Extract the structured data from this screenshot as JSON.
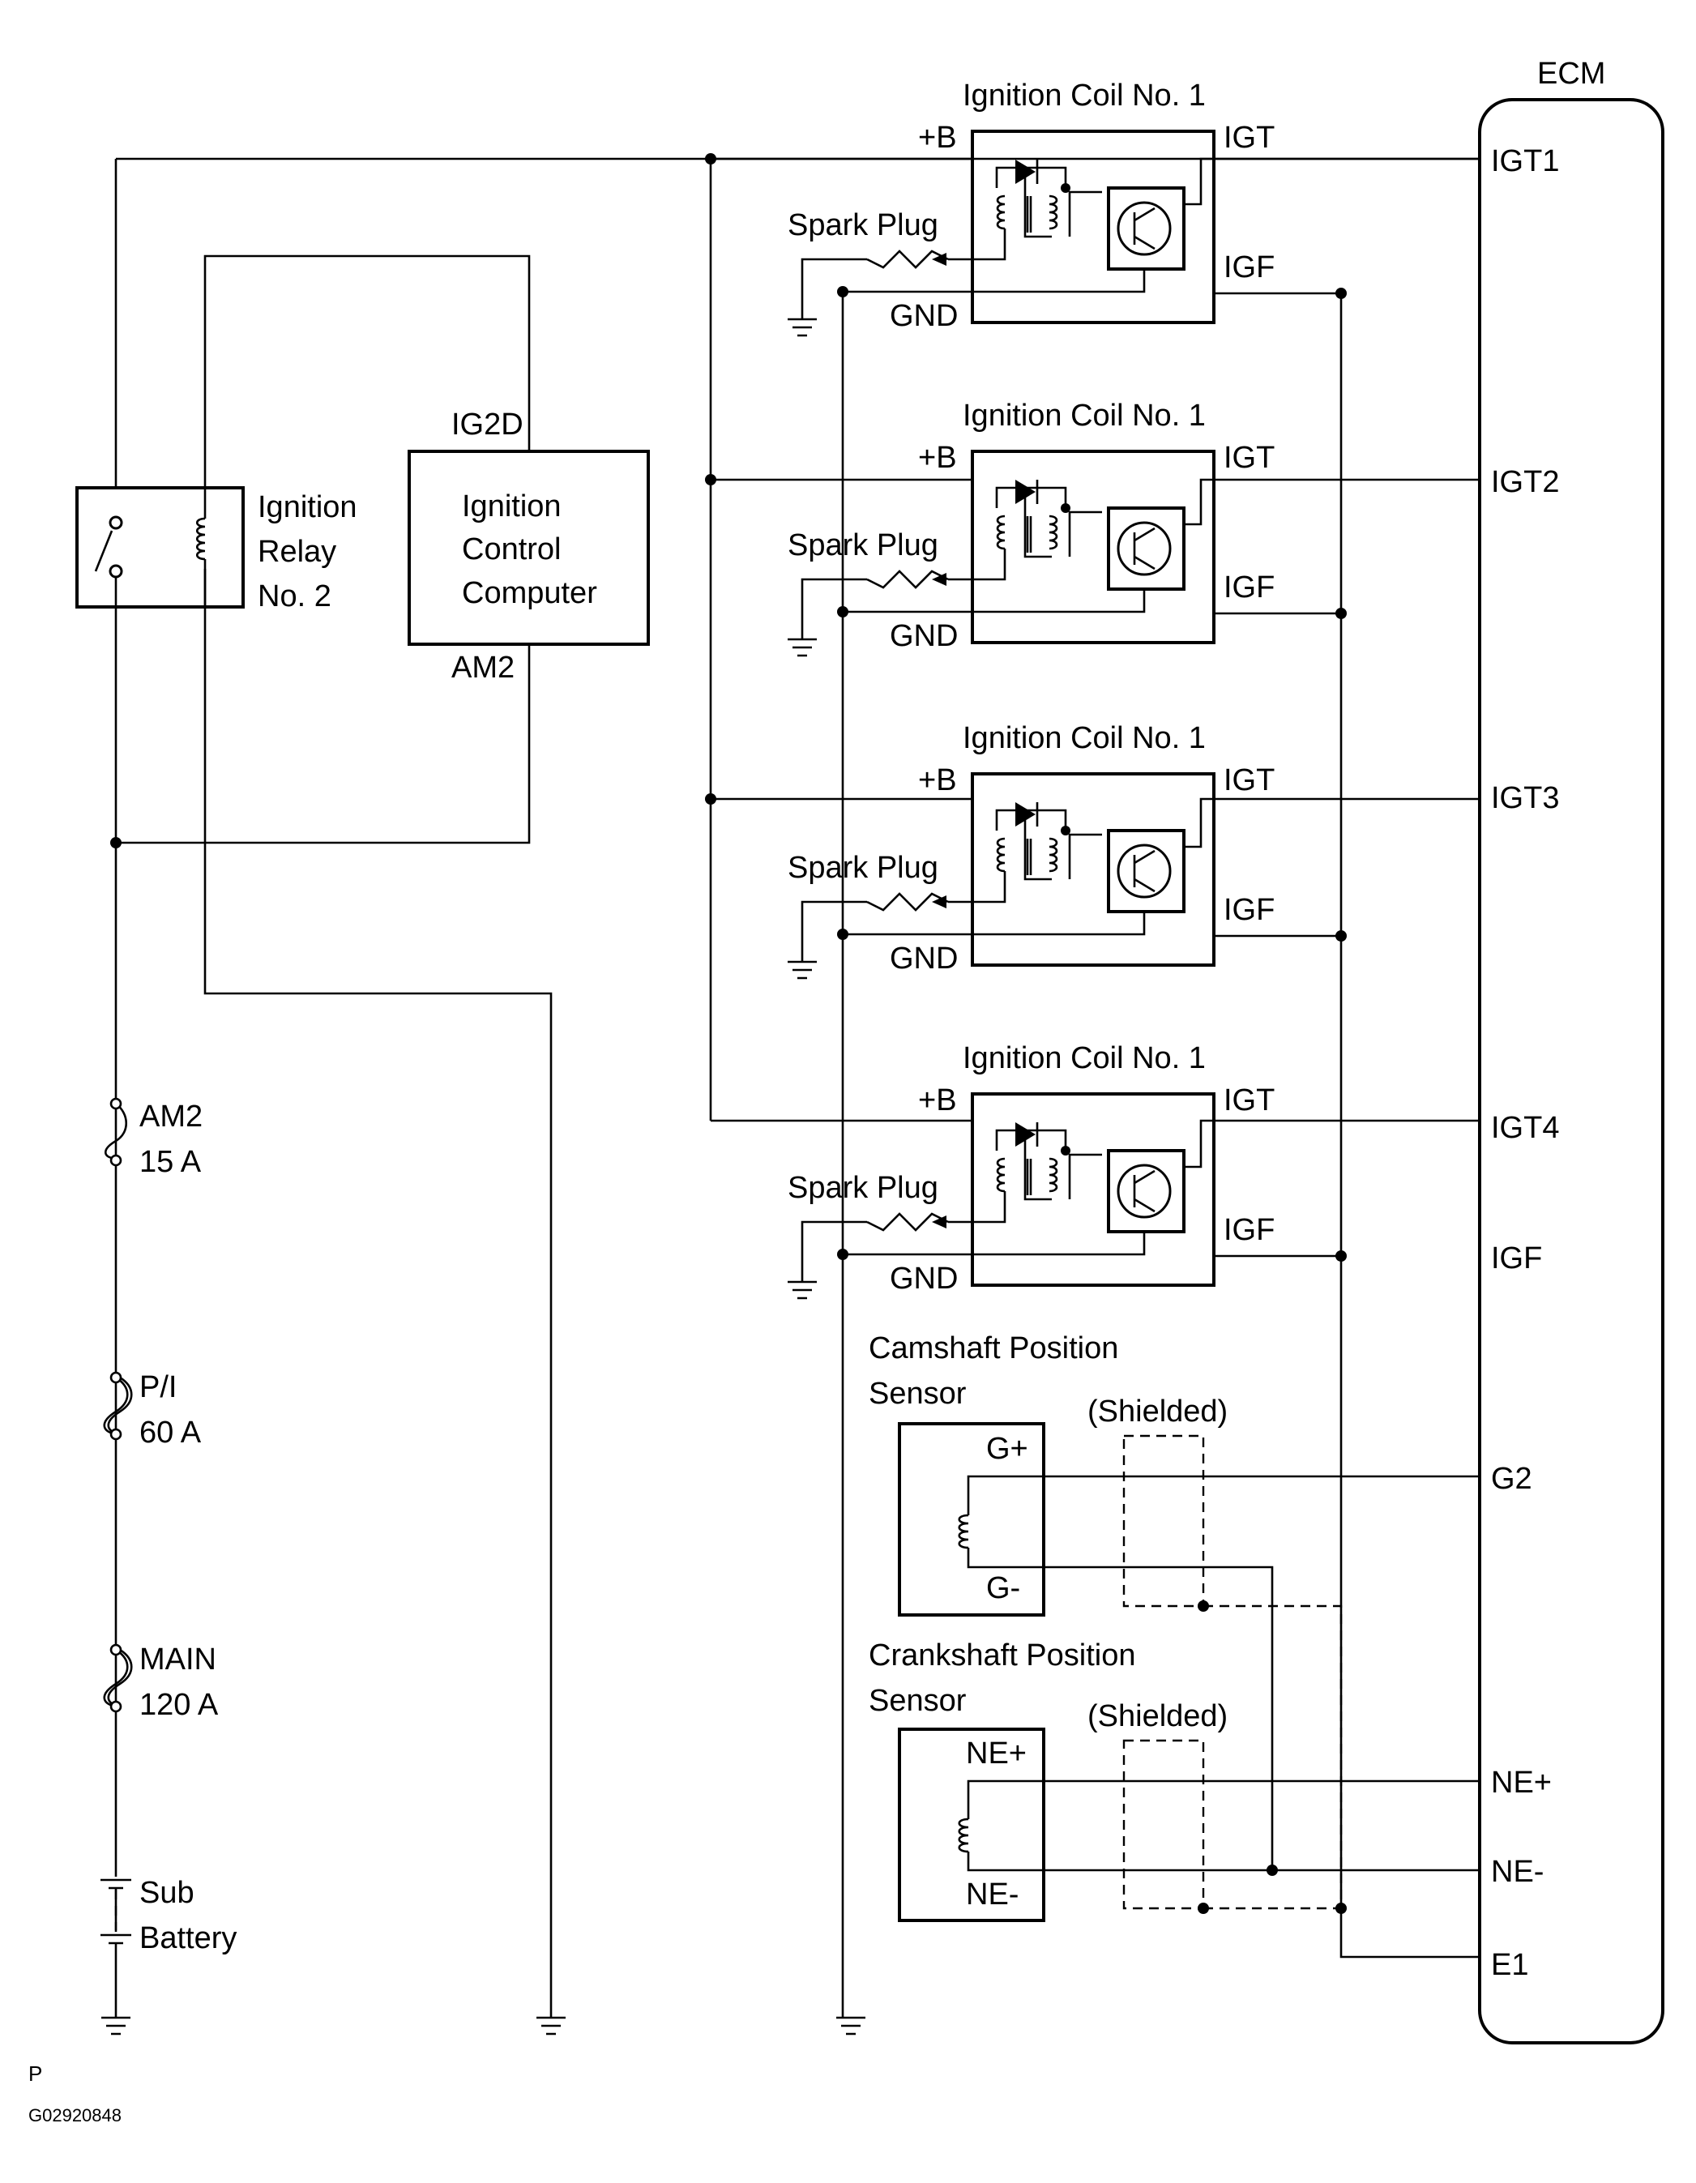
{
  "ecm": {
    "title": "ECM",
    "pins": [
      "IGT1",
      "IGT2",
      "IGT3",
      "IGT4",
      "IGF",
      "G2",
      "NE+",
      "NE-",
      "E1"
    ]
  },
  "coil": {
    "title": "Ignition Coil No. 1",
    "plus_b": "+B",
    "igt": "IGT",
    "igf": "IGF",
    "gnd": "GND",
    "spark_plug": "Spark Plug"
  },
  "relay": {
    "line1": "Ignition",
    "line2": "Relay",
    "line3": "No. 2"
  },
  "computer": {
    "line1": "Ignition",
    "line2": "Control",
    "line3": "Computer",
    "pin_top": "IG2D",
    "pin_bottom": "AM2"
  },
  "fuses": [
    {
      "name": "AM2",
      "rating": "15 A"
    },
    {
      "name": "P/I",
      "rating": "60 A"
    },
    {
      "name": "MAIN",
      "rating": "120 A"
    }
  ],
  "battery": {
    "line1": "Sub",
    "line2": "Battery"
  },
  "camshaft": {
    "line1": "Camshaft Position",
    "line2": "Sensor",
    "shielded": "(Shielded)",
    "pin_plus": "G+",
    "pin_minus": "G-"
  },
  "crankshaft": {
    "line1": "Crankshaft Position",
    "line2": "Sensor",
    "shielded": "(Shielded)",
    "pin_plus": "NE+",
    "pin_minus": "NE-"
  },
  "footer": {
    "letter": "P",
    "code": "G02920848"
  }
}
